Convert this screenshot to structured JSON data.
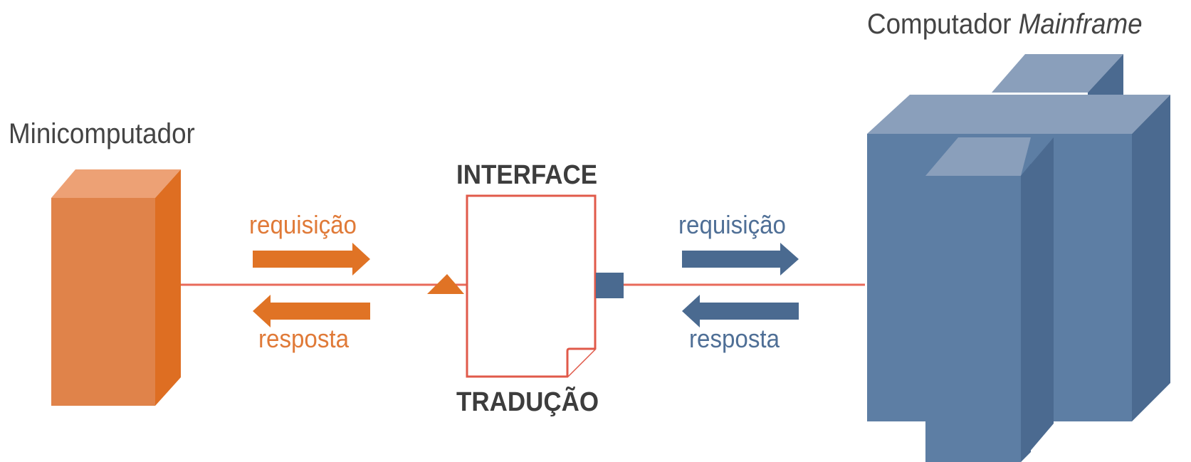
{
  "labels": {
    "mini_title": "Minicomputador",
    "main_title_plain": "Computador ",
    "main_title_italic": "Mainframe",
    "interface": "INTERFACE",
    "traducao": "TRADUÇÃO"
  },
  "left_flow": {
    "request": "requisição",
    "response": "resposta"
  },
  "right_flow": {
    "request": "requisição",
    "response": "resposta"
  },
  "colors": {
    "orange_front": "#e0834a",
    "orange_side": "#de6e22",
    "orange_top": "#eda175",
    "orange_arrow": "#e07325",
    "blue_front": "#5d7ea4",
    "blue_side": "#4b6a90",
    "blue_top": "#8a9fbb",
    "blue_arrow": "#4a6a90",
    "line": "#e86a5a",
    "doc_border": "#e05a4a"
  }
}
